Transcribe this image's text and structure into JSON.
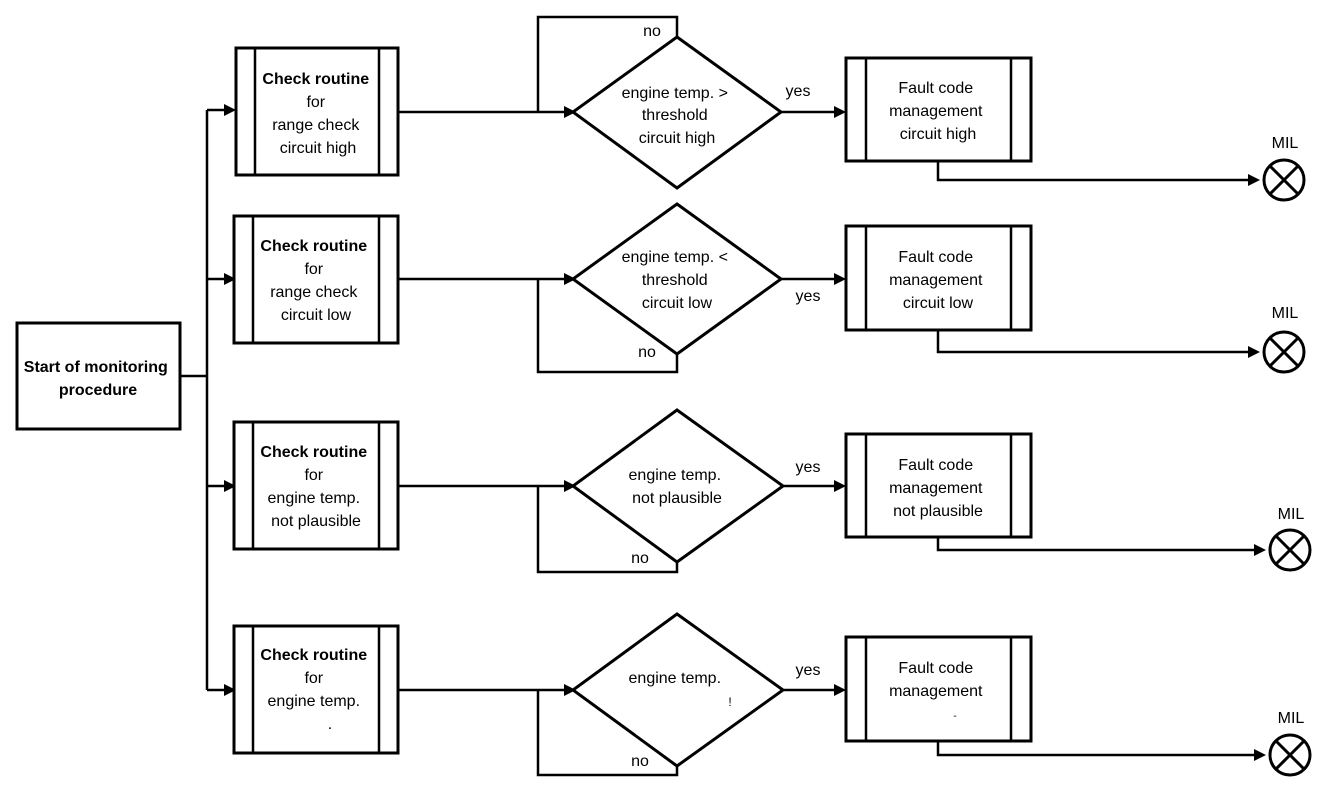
{
  "start": {
    "label_lines": [
      "Start of monitoring",
      "procedure"
    ]
  },
  "rows": [
    {
      "check_lines": [
        "Check routine",
        "for",
        "range check",
        "circuit high"
      ],
      "decision_lines": [
        "engine temp. >",
        "threshold",
        "circuit high"
      ],
      "yes_label": "yes",
      "no_label": "no",
      "fault_lines": [
        "Fault code",
        "management",
        "circuit high"
      ],
      "lamp_label": "MIL"
    },
    {
      "check_lines": [
        "Check routine",
        "for",
        "range check",
        "circuit low"
      ],
      "decision_lines": [
        "engine temp. <",
        "threshold",
        "circuit low"
      ],
      "yes_label": "yes",
      "no_label": "no",
      "fault_lines": [
        "Fault code",
        "management",
        "circuit low"
      ],
      "lamp_label": "MIL"
    },
    {
      "check_lines": [
        "Check routine",
        "for",
        "engine temp.",
        "not plausible"
      ],
      "decision_lines": [
        "engine temp.",
        "not plausible"
      ],
      "yes_label": "yes",
      "no_label": "no",
      "fault_lines": [
        "Fault code",
        "management",
        "not plausible"
      ],
      "lamp_label": "MIL"
    },
    {
      "check_lines": [
        "Check routine",
        "for",
        "engine temp.",
        "."
      ],
      "decision_lines": [
        "engine temp.",
        "!"
      ],
      "yes_label": "yes",
      "no_label": "no",
      "fault_lines": [
        "Fault code",
        "management",
        "-"
      ],
      "lamp_label": "MIL"
    }
  ]
}
